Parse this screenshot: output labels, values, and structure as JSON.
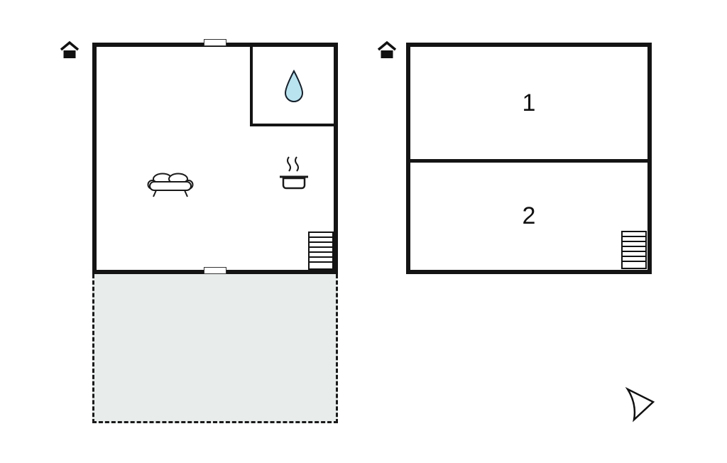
{
  "image_type": "floor-plan",
  "colors": {
    "background": "#ffffff",
    "wall": "#141414",
    "line": "#1a1a1a",
    "terrace_fill": "#e8edec",
    "water_drop_fill": "#b9e3ef"
  },
  "ground_floor": {
    "entrance_marker": "entrance-house-icon",
    "bathroom": {
      "fixture": "water-drop-icon"
    },
    "living_area": {
      "furniture": [
        "sofa-icon",
        "stove-pot-icon"
      ]
    },
    "stairs": "stairs-icon",
    "openings": [
      "window-top",
      "window-bottom"
    ],
    "terrace": {
      "outline": "dashed"
    }
  },
  "upper_floor": {
    "entrance_marker": "entrance-house-icon",
    "rooms": [
      {
        "label": "1"
      },
      {
        "label": "2"
      }
    ],
    "stairs": "stairs-icon"
  },
  "compass": "north-arrow-icon"
}
